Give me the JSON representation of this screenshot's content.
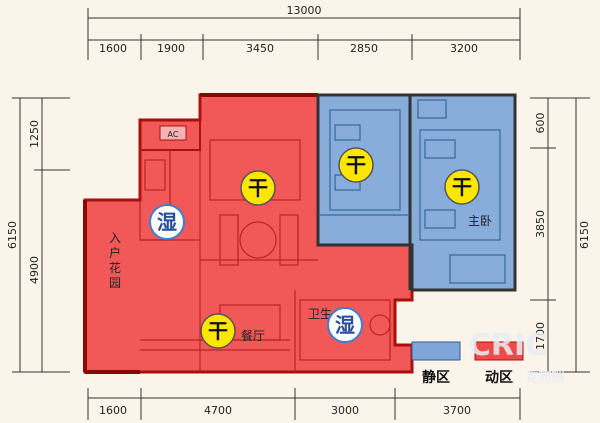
{
  "dimensions": {
    "total_width": "13000",
    "top_segments": [
      "1600",
      "1900",
      "3450",
      "2850",
      "3200"
    ],
    "bottom_segments": [
      "1600",
      "4700",
      "3000",
      "3700"
    ],
    "left_outer": "6150",
    "left_inner": [
      "1250",
      "4900"
    ],
    "right_outer": "6150",
    "right_inner": [
      "600",
      "3850",
      "1700"
    ]
  },
  "rooms": {
    "entry_garden": [
      "入",
      "户",
      "花",
      "园"
    ],
    "dining": "餐厅",
    "bathroom": "卫生",
    "master": "主卧",
    "ac": "AC"
  },
  "badges": {
    "dry": "干",
    "wet": "湿"
  },
  "legend": {
    "quiet": "静区",
    "active": "动区"
  },
  "watermark": {
    "logo": "CRIC",
    "subtitle": "克而瑞"
  },
  "colors": {
    "active_zone": "#f04a4a",
    "quiet_zone": "#7ea6d8",
    "dry_badge": "#ffe600",
    "wet_badge": "#3b7fd4"
  }
}
